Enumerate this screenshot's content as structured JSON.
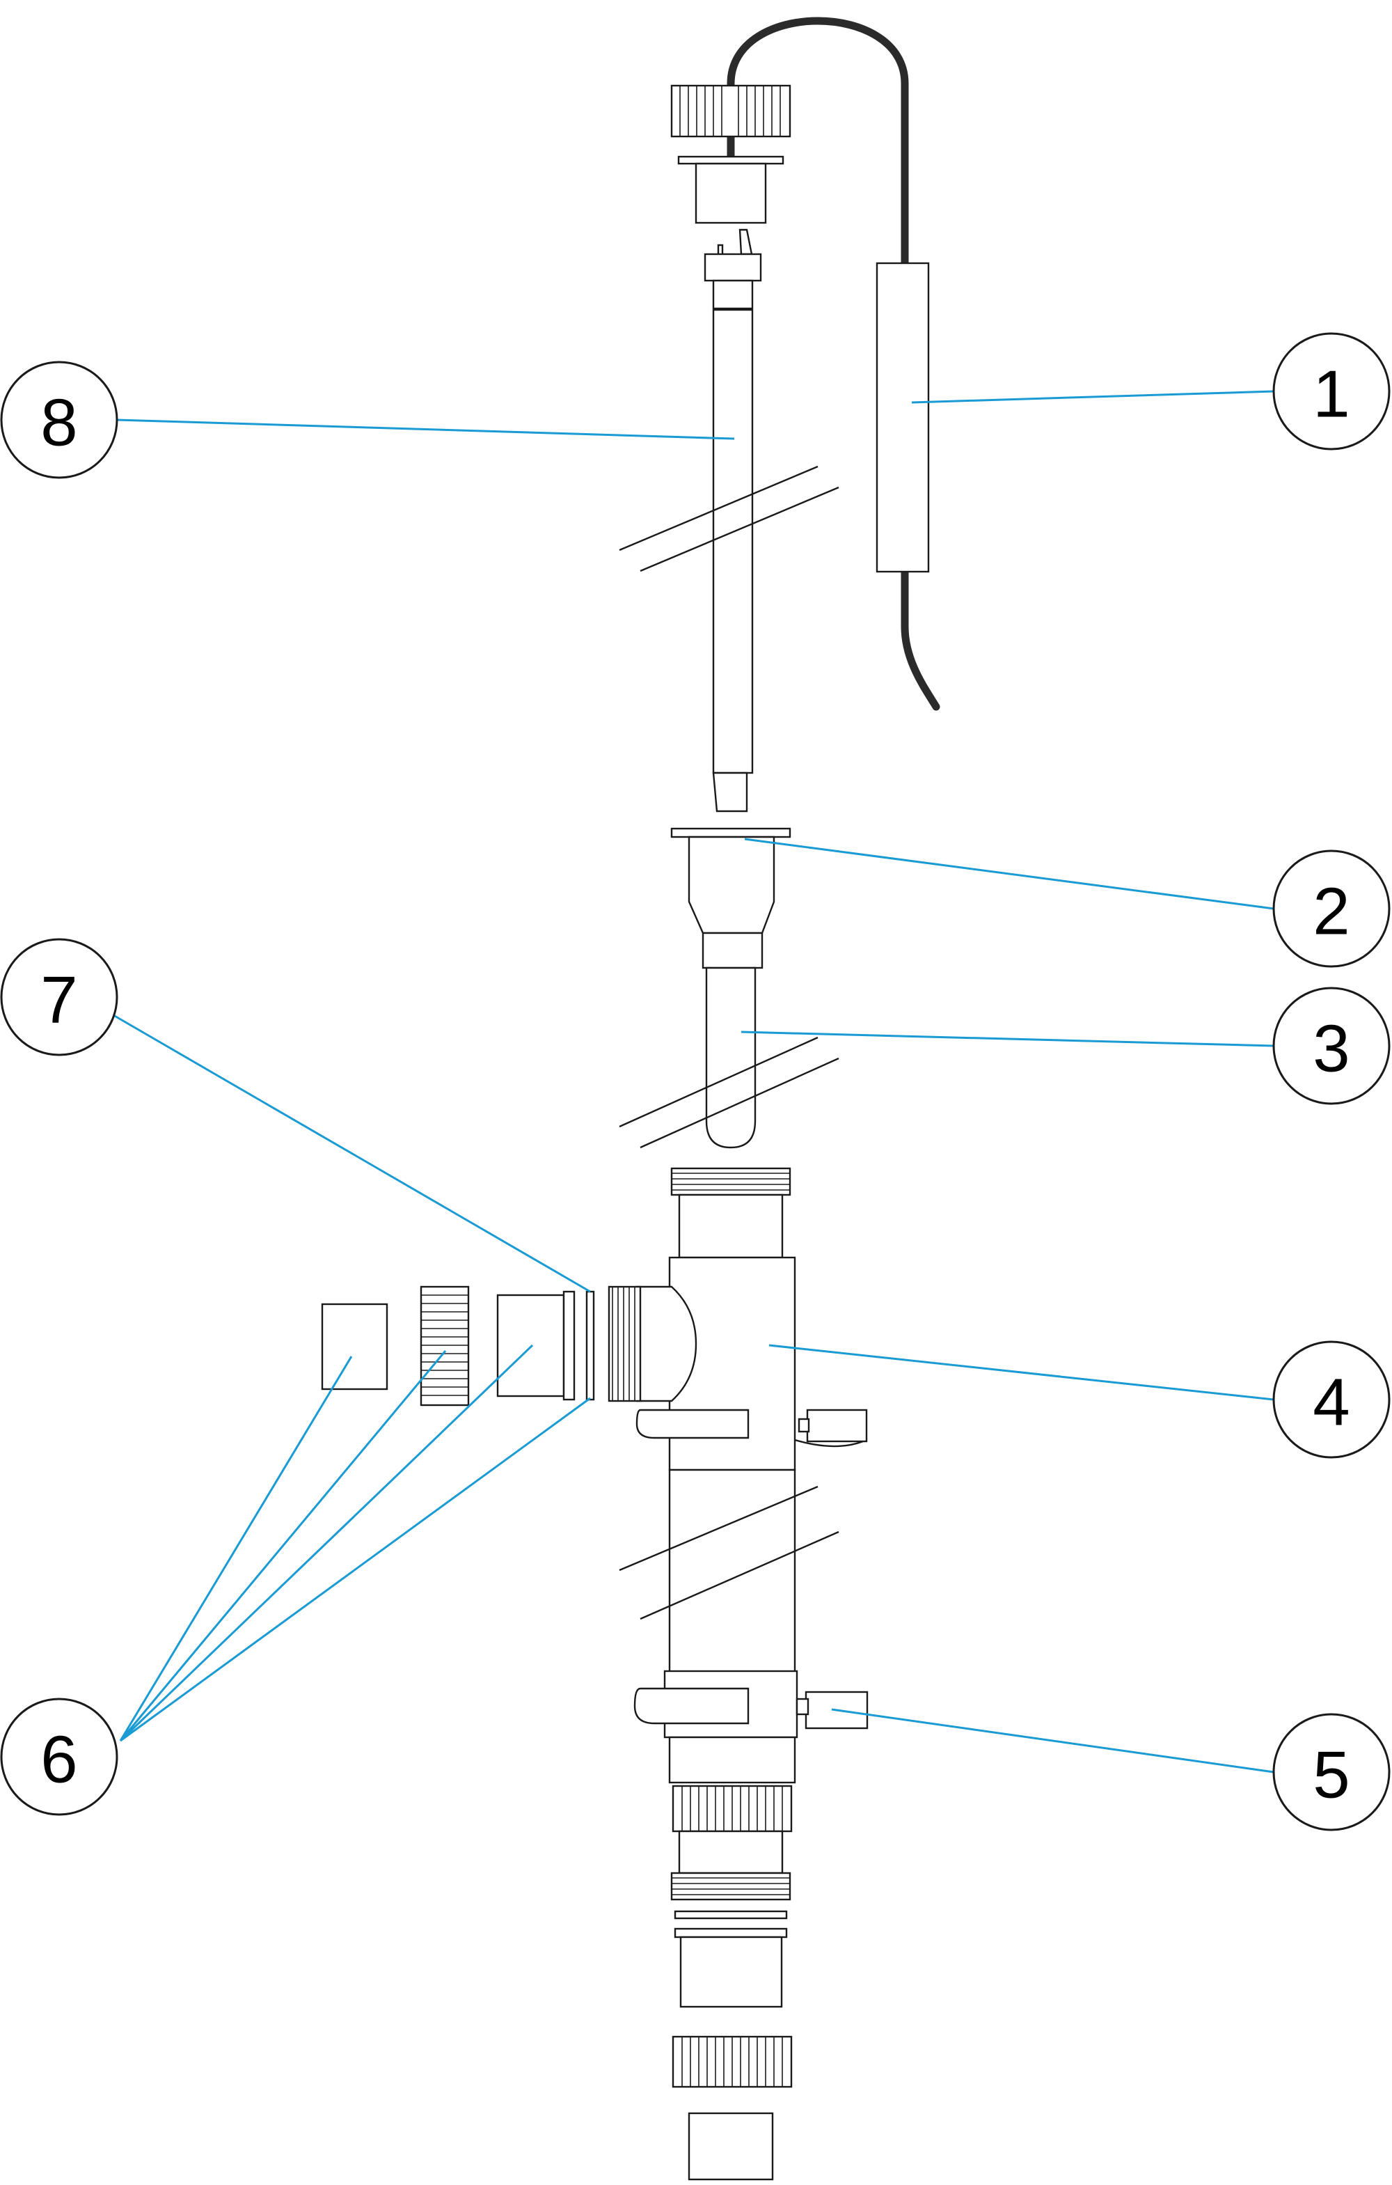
{
  "diagram": {
    "colors": {
      "leader_line": "#1a9bd3",
      "outline": "#1a1a1a",
      "cable": "#2b2b2b",
      "background": "#ffffff"
    },
    "callouts": [
      {
        "id": "1",
        "label": "1"
      },
      {
        "id": "2",
        "label": "2"
      },
      {
        "id": "3",
        "label": "3"
      },
      {
        "id": "4",
        "label": "4"
      },
      {
        "id": "5",
        "label": "5"
      },
      {
        "id": "6",
        "label": "6"
      },
      {
        "id": "7",
        "label": "7"
      },
      {
        "id": "8",
        "label": "8"
      }
    ]
  }
}
